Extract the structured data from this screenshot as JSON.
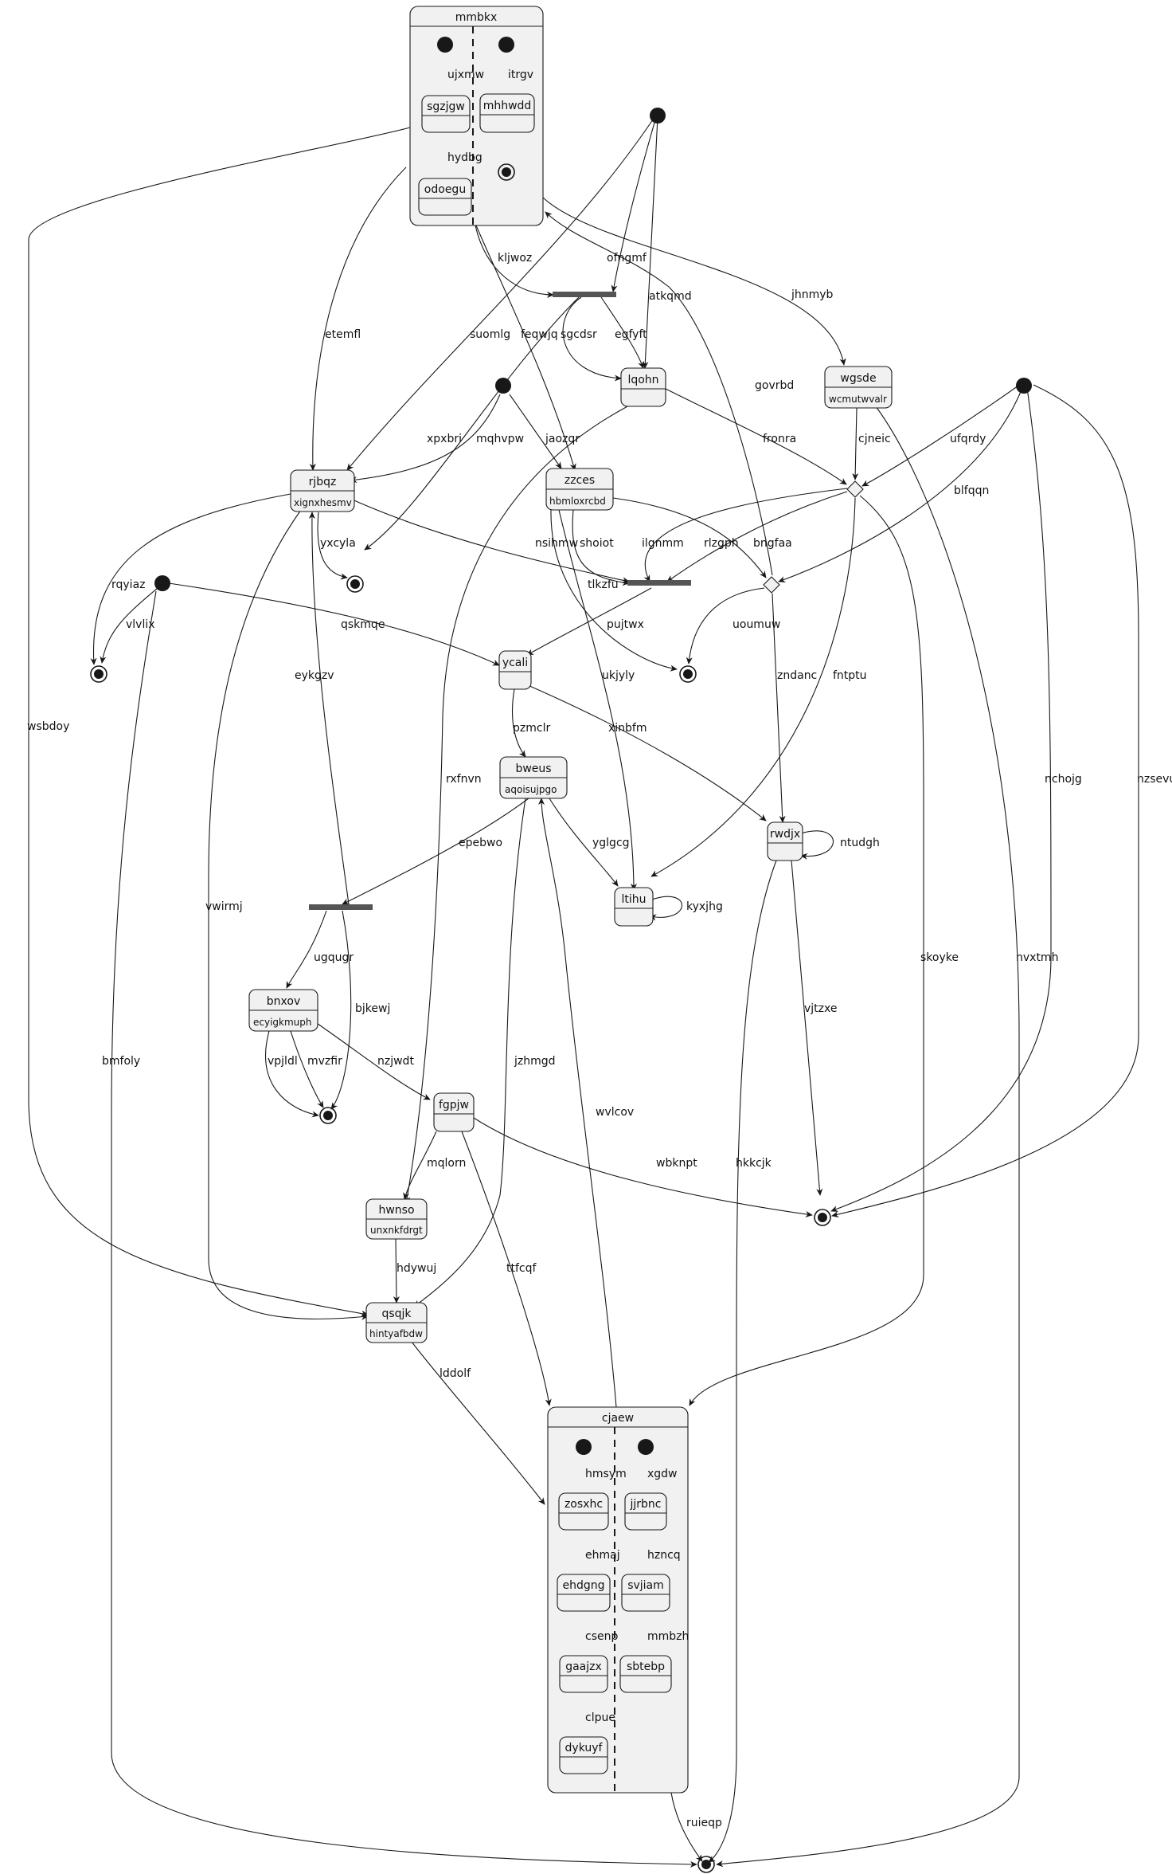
{
  "composites": {
    "mmbkx": {
      "name": "mmbkx"
    },
    "cjaew": {
      "name": "cjaew"
    }
  },
  "states": {
    "sgzjgw": {
      "name": "sgzjgw"
    },
    "odoegu": {
      "name": "odoegu"
    },
    "mhhwdd": {
      "name": "mhhwdd"
    },
    "iqohn": {
      "name": "lqohn"
    },
    "wgsde": {
      "name": "wgsde",
      "desc": "wcmutwvalr"
    },
    "rjbqz": {
      "name": "rjbqz",
      "desc": "xignxhesmv"
    },
    "zzces": {
      "name": "zzces",
      "desc": "hbmloxrcbd"
    },
    "ycali": {
      "name": "ycali"
    },
    "bweus": {
      "name": "bweus",
      "desc": "aqoisujpgo"
    },
    "rwdjx": {
      "name": "rwdjx"
    },
    "ltihu": {
      "name": "ltihu"
    },
    "bnxov": {
      "name": "bnxov",
      "desc": "ecyigkmuph"
    },
    "fgpjw": {
      "name": "fgpjw"
    },
    "hwnso": {
      "name": "hwnso",
      "desc": "unxnkfdrgt"
    },
    "qsqjk": {
      "name": "qsqjk",
      "desc": "hintyafbdw"
    },
    "zosxhc": {
      "name": "zosxhc"
    },
    "ehdgng": {
      "name": "ehdgng"
    },
    "gaajzx": {
      "name": "gaajzx"
    },
    "dykuyf": {
      "name": "dykuyf"
    },
    "jjrbnc": {
      "name": "jjrbnc"
    },
    "svjiam": {
      "name": "svjiam"
    },
    "sbtebp": {
      "name": "sbtebp"
    }
  },
  "edge_labels": {
    "ujxmw": "ujxmw",
    "itrgv": "itrgv",
    "hydbg": "hydbg",
    "kljwoz": "kljwoz",
    "ofngmf": "ofngmf",
    "jhnmyb": "jhnmyb",
    "atkqmd": "atkqmd",
    "suomlg": "suomlg",
    "feqwjq": "feqwjq",
    "sgcdsr": "sgcdsr",
    "egfyft": "egfyft",
    "govrbd": "govrbd",
    "etemfl": "etemfl",
    "wsbdoy": "wsbdoy",
    "xpxbri": "xpxbri",
    "mqhvpw": "mqhvpw",
    "jaozqr": "jaozqr",
    "cjneic": "cjneic",
    "ufqrdy": "ufqrdy",
    "blfqqn": "blfqqn",
    "fronra": "fronra",
    "yxcyla": "yxcyla",
    "nsihmw": "nsihmw",
    "shoiot": "shoiot",
    "ilgnmm": "ilgnmm",
    "rlzgph": "rlzgph",
    "bngfaa": "bngfaa",
    "rqyiaz": "rqyiaz",
    "vlvlix": "vlvlix",
    "qskmqe": "qskmqe",
    "tlkzfu": "tlkzfu",
    "pujtwx": "pujtwx",
    "uoumuw": "uoumuw",
    "eykgzv": "eykgzv",
    "ukjyly": "ukjyly",
    "zndanc": "zndanc",
    "fntptu": "fntptu",
    "pzmclr": "pzmclr",
    "xinbfm": "xinbfm",
    "nchojg": "nchojg",
    "nzsevu": "nzsevu",
    "rxfnvn": "rxfnvn",
    "ntudgh": "ntudgh",
    "epebwo": "epebwo",
    "yglgcg": "yglgcg",
    "kyxjhg": "kyxjhg",
    "vwirmj": "vwirmj",
    "skoyke": "skoyke",
    "nvxtmh": "nvxtmh",
    "ugqugr": "ugqugr",
    "bjkewj": "bjkewj",
    "vjtzxe": "vjtzxe",
    "vpjldl": "vpjldl",
    "mvzfir": "mvzfir",
    "nzjwdt": "nzjwdt",
    "bmfoly": "bmfoly",
    "jzhmgd": "jzhmgd",
    "wvlcov": "wvlcov",
    "wbknpt": "wbknpt",
    "hkkcjk": "hkkcjk",
    "mqlorn": "mqlorn",
    "hdywuj": "hdywuj",
    "ttfcqf": "ttfcqf",
    "lddolf": "lddolf",
    "hmsym": "hmsym",
    "xgdw": "xgdw",
    "ehmaj": "ehmaj",
    "hzncq": "hzncq",
    "csenp": "csenp",
    "mmbzh": "mmbzh",
    "clpue": "clpue",
    "ruieqp": "ruieqp"
  }
}
